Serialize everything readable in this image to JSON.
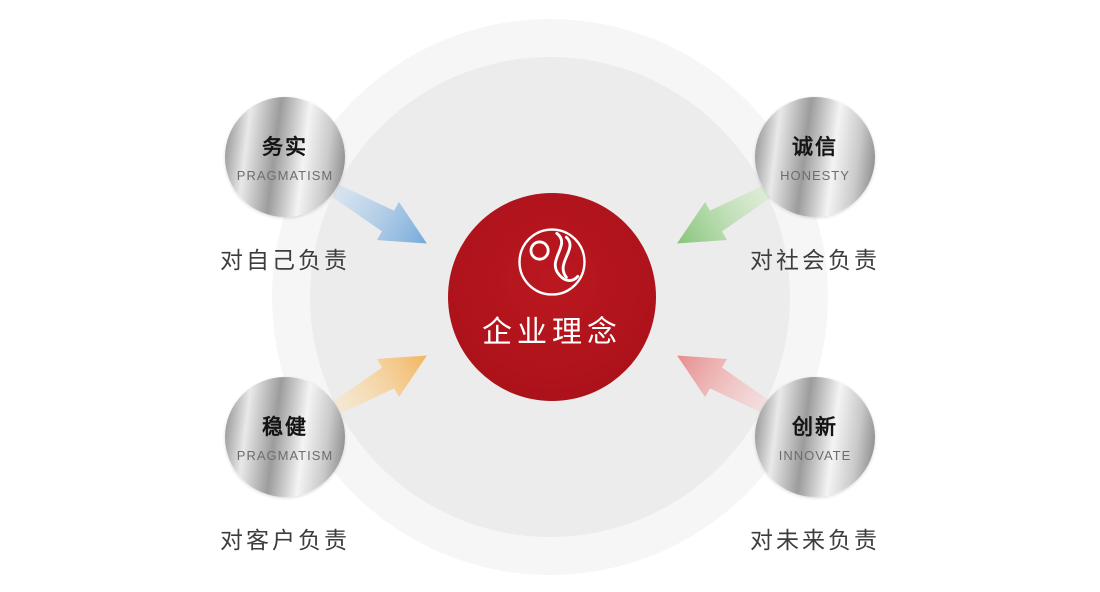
{
  "diagram": {
    "title": "企业理念"
  },
  "center": {
    "label": "企业理念",
    "color": "#ad121a"
  },
  "nodes": [
    {
      "cn": "务实",
      "en": "PRAGMATISM",
      "responsibility": "对自己负责",
      "arrow": {
        "from": "#c8ddf0",
        "to": "#74a9da"
      }
    },
    {
      "cn": "诚信",
      "en": "HONESTY",
      "responsibility": "对社会负责",
      "arrow": {
        "from": "#d6ecca",
        "to": "#85c478"
      }
    },
    {
      "cn": "稳健",
      "en": "PRAGMATISM",
      "responsibility": "对客户负责",
      "arrow": {
        "from": "#fbe6c2",
        "to": "#f2b55e"
      }
    },
    {
      "cn": "创新",
      "en": "INNOVATE",
      "responsibility": "对未来负责",
      "arrow": {
        "from": "#f9d7d7",
        "to": "#e68c8c"
      }
    }
  ]
}
